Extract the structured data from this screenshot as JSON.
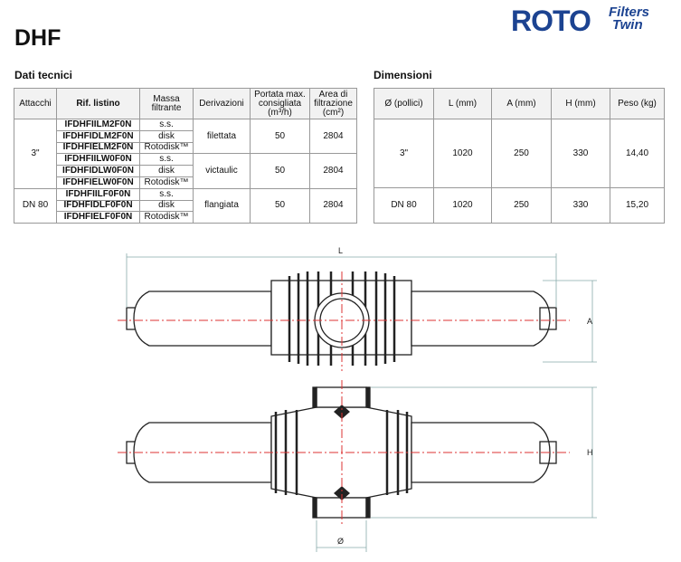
{
  "title": "DHF",
  "logo": {
    "brand": "ROTO",
    "line1": "Filters",
    "line2": "Twin",
    "color": "#1c4391"
  },
  "tech": {
    "heading": "Dati tecnici",
    "headers": [
      "Attacchi",
      "Rif. listino",
      "Massa filtrante",
      "Derivazioni",
      "Portata max. consigliata (m³/h)",
      "Area di filtrazione (cm²)"
    ],
    "rows": [
      {
        "ref": "IFDHFIILM2F0N",
        "massa": "s.s."
      },
      {
        "ref": "IFDHFIDLM2F0N",
        "massa": "disk"
      },
      {
        "ref": "IFDHFIELM2F0N",
        "massa": "Rotodisk™"
      },
      {
        "ref": "IFDHFIILW0F0N",
        "massa": "s.s."
      },
      {
        "ref": "IFDHFIDLW0F0N",
        "massa": "disk"
      },
      {
        "ref": "IFDHFIELW0F0N",
        "massa": "Rotodisk™"
      },
      {
        "ref": "IFDHFIILF0F0N",
        "massa": "s.s."
      },
      {
        "ref": "IFDHFIDLF0F0N",
        "massa": "disk"
      },
      {
        "ref": "IFDHFIELF0F0N",
        "massa": "Rotodisk™"
      }
    ],
    "groups": [
      {
        "attacchi": "3\"",
        "der": "filettata",
        "portata": "50",
        "area": "2804"
      },
      {
        "der": "victaulic",
        "portata": "50",
        "area": "2804"
      },
      {
        "attacchi": "DN 80",
        "der": "flangiata",
        "portata": "50",
        "area": "2804"
      }
    ]
  },
  "dims": {
    "heading": "Dimensioni",
    "headers": [
      "Ø (pollici)",
      "L (mm)",
      "A (mm)",
      "H (mm)",
      "Peso (kg)"
    ],
    "rows": [
      [
        "3\"",
        "1020",
        "250",
        "330",
        "14,40"
      ],
      [
        "DN 80",
        "1020",
        "250",
        "330",
        "15,20"
      ]
    ]
  },
  "drawing": {
    "L": "L",
    "A": "A",
    "H": "H",
    "D": "Ø"
  }
}
